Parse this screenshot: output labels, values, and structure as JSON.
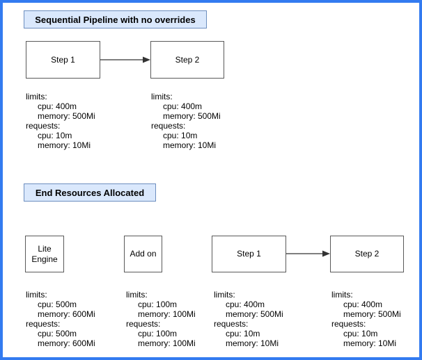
{
  "colors": {
    "page_bg": "#ffffff",
    "page_border": "#337BF0",
    "title_fill": "#DAE8FC",
    "title_border": "#6C8EBF",
    "node_border": "#595959",
    "arrow": "#333333"
  },
  "sections": [
    {
      "title": "Sequential Pipeline with no overrides",
      "nodes": [
        {
          "label": "Step 1"
        },
        {
          "label": "Step 2"
        }
      ],
      "resource_blocks": [
        {
          "lines": [
            "limits:",
            "cpu: 400m",
            "memory: 500Mi",
            "requests:",
            "cpu: 10m",
            "memory: 10Mi"
          ]
        },
        {
          "lines": [
            "limits:",
            "cpu: 400m",
            "memory: 500Mi",
            "requests:",
            "cpu: 10m",
            "memory: 10Mi"
          ]
        }
      ]
    },
    {
      "title": "End Resources Allocated",
      "nodes": [
        {
          "label": "Lite Engine"
        },
        {
          "label": "Add on"
        },
        {
          "label": "Step 1"
        },
        {
          "label": "Step 2"
        }
      ],
      "resource_blocks": [
        {
          "lines": [
            "limits:",
            "cpu: 500m",
            "memory: 600Mi",
            "requests:",
            "cpu: 500m",
            "memory: 600Mi"
          ]
        },
        {
          "lines": [
            "limits:",
            "cpu: 100m",
            "memory: 100Mi",
            "requests:",
            "cpu: 100m",
            "memory: 100Mi"
          ]
        },
        {
          "lines": [
            "limits:",
            "cpu: 400m",
            "memory: 500Mi",
            "requests:",
            "cpu: 10m",
            "memory: 10Mi"
          ]
        },
        {
          "lines": [
            "limits:",
            "cpu: 400m",
            "memory: 500Mi",
            "requests:",
            "cpu: 10m",
            "memory: 10Mi"
          ]
        }
      ]
    }
  ]
}
